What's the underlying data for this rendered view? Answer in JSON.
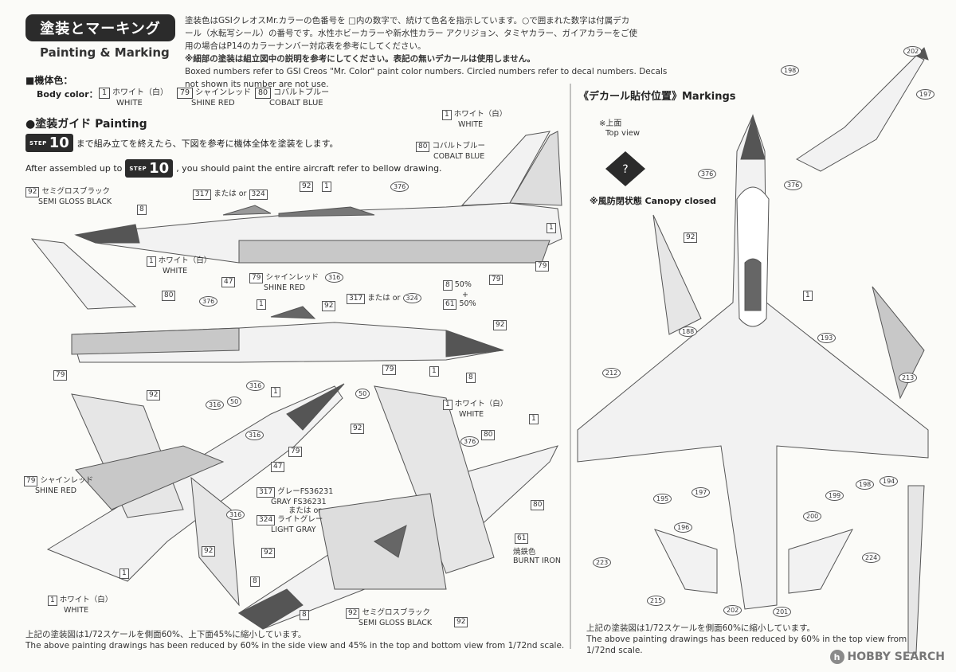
{
  "header": {
    "title": "塗装とマーキング",
    "subtitle": "Painting & Marking",
    "intro_jp_1": "塗装色はGSIクレオスMr.カラーの色番号を □内の数字で、続けて色名を指示しています。○で囲まれた数字は付属デカ",
    "intro_jp_2": "ール（水転写シール）の番号です。水性ホビーカラーや新水性カラー アクリジョン、タミヤカラー、ガイアカラーをご使",
    "intro_jp_3": "用の場合はP14のカラーナンバー対応表を参考にしてください。",
    "intro_note": "※細部の塗装は組立図中の説明を参考にしてください。表記の無いデカールは使用しません。",
    "intro_en_1": "Boxed numbers refer to GSI Creos \"Mr. Color\" paint color numbers. Circled numbers refer to decal numbers. Decals",
    "intro_en_2": "not shown its number are not use."
  },
  "body_color": {
    "heading": "■機体色：",
    "label": "Body color：",
    "items": [
      {
        "num": "1",
        "jp": "ホワイト（白）",
        "en": "WHITE"
      },
      {
        "num": "79",
        "jp": "シャインレッド",
        "en": "SHINE RED"
      },
      {
        "num": "80",
        "jp": "コバルトブルー",
        "en": "COBALT BLUE"
      }
    ]
  },
  "painting_guide": {
    "heading": "●塗装ガイド Painting",
    "step_word": "STEP",
    "step_num": "10",
    "jp_text": "まで組み立てを終えたら、下図を参考に機体全体を塗装をします。",
    "en_prefix": "After assembled up to",
    "en_suffix": ", you should paint the entire aircraft refer to bellow drawing."
  },
  "side_callouts": {
    "c92a": "92",
    "c92a_jp": "セミグロスブラック",
    "c92a_en": "SEMI GLOSS BLACK",
    "c8a": "8",
    "c317a": "317",
    "c324a": "324",
    "or_jp": "または or",
    "c92b": "92",
    "c1a": "1",
    "c376a": "376",
    "c1top": "1",
    "c1top_jp": "ホワイト（白）",
    "c1top_en": "WHITE",
    "c80a": "80",
    "c80_jp": "コバルトブルー",
    "c80_en": "COBALT BLUE",
    "c1b": "1",
    "c1c": "1",
    "c1c_jp": "ホワイト（白）",
    "c1c_en": "WHITE",
    "c47a": "47",
    "c79a": "79",
    "c79a_jp": "シャインレッド",
    "c79a_en": "SHINE RED",
    "c316a": "316",
    "c79b": "79",
    "c79c": "79",
    "c8b": "8",
    "c61a": "61",
    "pct_a": "50%",
    "plus": "+",
    "pct_b": "50%",
    "c80b": "80",
    "c376b": "376",
    "c1d": "1",
    "c92c": "92",
    "c317b": "317",
    "c324b": "324",
    "c92d": "92",
    "c79d": "79",
    "c79e": "79",
    "c1e": "1",
    "c8c": "8",
    "c316b": "316",
    "c50a": "50"
  },
  "bottom_callouts": {
    "c92e": "92",
    "c316c": "316",
    "c50b": "50",
    "c1f": "1",
    "c316d": "316",
    "c47b": "47",
    "c79f": "79",
    "c79g": "79",
    "c79g_jp": "シャインレッド",
    "c79g_en": "SHINE RED",
    "c316e": "316",
    "c92f": "92",
    "c1g": "1",
    "c1h": "1",
    "c1h_jp": "ホワイト（白）",
    "c1h_en": "WHITE",
    "c92g": "92",
    "c1i": "1",
    "c1i_jp": "ホワイト（白）",
    "c1i_en": "WHITE",
    "c1j": "1",
    "c376c": "376",
    "c80c": "80",
    "c317c": "317",
    "c317c_jp": "グレーFS36231",
    "c317c_en": "GRAY FS36231",
    "c324c": "324",
    "c324c_jp": "ライトグレー",
    "c324c_en": "LIGHT GRAY",
    "c80d": "80",
    "c61b": "61",
    "burnt_jp": "焼鉄色",
    "burnt_en": "BURNT IRON",
    "c92h": "92",
    "c8d": "8",
    "c8e": "8",
    "c92i": "92",
    "c92i_jp": "セミグロスブラック",
    "c92i_en": "SEMI GLOSS BLACK",
    "c92j": "92"
  },
  "markings": {
    "heading": "《デカール貼付位置》Markings",
    "top_view_jp": "※上面",
    "top_view_en": "Top view",
    "canopy": "※風防閉状態 Canopy closed",
    "decals": [
      "198",
      "202",
      "197",
      "376",
      "376",
      "92",
      "1",
      "188",
      "193",
      "212",
      "213",
      "197",
      "198",
      "194",
      "195",
      "199",
      "196",
      "200",
      "223",
      "224",
      "215",
      "202",
      "201"
    ]
  },
  "footer": {
    "left_jp": "上記の塗装図は1/72スケールを側面60%、上下面45%に縮小しています。",
    "left_en": "The above painting drawings has been reduced by 60% in the side view and 45% in the top and bottom view from 1/72nd scale.",
    "right_jp": "上記の塗装図は1/72スケールを側面60%に縮小しています。",
    "right_en_1": "The above painting drawings has been reduced by 60% in the top view from",
    "right_en_2": "1/72nd scale."
  },
  "logo": {
    "text": "HOBBY SEARCH"
  },
  "colors": {
    "red": "#c8c8c8",
    "dark": "#555",
    "accent": "#2b2b2b"
  }
}
